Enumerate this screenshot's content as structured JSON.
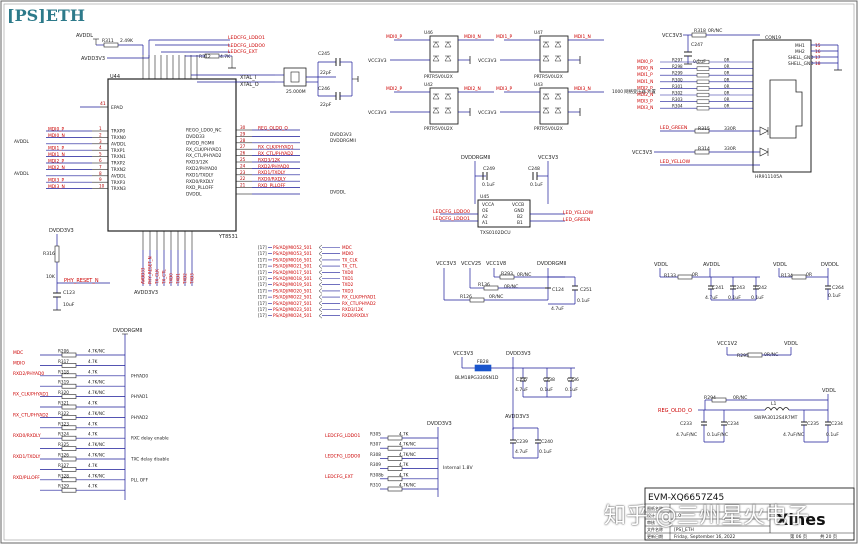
{
  "page_title": "[PS]ETH",
  "watermark": "知乎 @三州星火电子",
  "colors": {
    "net_red": "#cc0000",
    "wire_blue": "#1a1a99",
    "pin_red": "#b30000",
    "title_teal": "#2d7a8a"
  },
  "u44": {
    "ref": "U44",
    "part": "YT8531",
    "epad_pin": "41",
    "epad_label": "EPAD",
    "left_pins": [
      {
        "n": "1",
        "name": "TRXP0",
        "net": "MDI0_P"
      },
      {
        "n": "2",
        "name": "TRXN0",
        "net": "MDI0_N"
      },
      {
        "n": "3",
        "name": "AVDDL",
        "net": "AVDDL"
      },
      {
        "n": "4",
        "name": "TRXP1",
        "net": "MDI1_P"
      },
      {
        "n": "5",
        "name": "TRXN1",
        "net": "MDI1_N"
      },
      {
        "n": "6",
        "name": "TRXP2",
        "net": "MDI2_P"
      },
      {
        "n": "7",
        "name": "TRXN2",
        "net": "MDI2_N"
      },
      {
        "n": "8",
        "name": "AVDDL",
        "net": "AVDDL"
      },
      {
        "n": "9",
        "name": "TRXP3",
        "net": "MDI3_P"
      },
      {
        "n": "10",
        "name": "TRXN3",
        "net": "MDI3_N"
      }
    ],
    "right_pins": [
      {
        "n": "30",
        "name": "REGO_LDO0_NC",
        "net": "REG_OLDO_O"
      },
      {
        "n": "29",
        "name": "DVDD33",
        "net": "DVDD3V3"
      },
      {
        "n": "28",
        "name": "DVDD_RGMII",
        "net": "DVDDRGMII"
      },
      {
        "n": "27",
        "name": "RX_CLK/PHYAD1",
        "net": "RX_CLK/PHYAD1"
      },
      {
        "n": "26",
        "name": "RX_CTL/PHYAD2",
        "net": "RX_CTL/PHYAD2"
      },
      {
        "n": "25",
        "name": "RXD3/12K",
        "net": "RXD3/12K"
      },
      {
        "n": "24",
        "name": "RXD2/PHYAD0",
        "net": "RXD2/PHYAD0"
      },
      {
        "n": "23",
        "name": "RXD1/TXDLY",
        "net": "RXD1/TXDLY"
      },
      {
        "n": "22",
        "name": "RXD0/RXDLY",
        "net": "RXD0/RXDLY"
      },
      {
        "n": "21",
        "name": "RXD_PLLOFF",
        "net": "RXD_PLLOFF"
      },
      {
        "n": "",
        "name": "DVDDL",
        "net": "DVDDL"
      }
    ]
  },
  "top_nets": {
    "avddl": "AVDDL",
    "avdd3v3": "AVDD3V3",
    "r311": "R311",
    "r311_val": "2.49K",
    "r312": "R312",
    "r312_val": "4.7K",
    "ledcfg_lddo1": "LEDCFG_LDDO1",
    "ledcfg_lddo0": "LEDCFG_LDDO0",
    "ledcfg_ext": "LEDCFG_EXT",
    "xtal_i": "XTAL_I",
    "xtal_o": "XTAL_O",
    "c245": "C245",
    "c246": "C246",
    "cap_22pf": "22pF",
    "y_freq": "25.000M"
  },
  "reset": {
    "supply": "DVDD3V3",
    "resistor": "R316",
    "res_val": "10K",
    "net": "PHY_RESET_N",
    "cap": "C123",
    "cap_val": "10uF"
  },
  "net_table": {
    "left_tags": [
      "[17]",
      "[17]",
      "[17]",
      "[17]",
      "[17]",
      "[17]",
      "[17]",
      "[17]",
      "[17]",
      "[17]",
      "[17]",
      "[17]"
    ],
    "mid": [
      "PS/ADJ/MIO52_501",
      "PS/ADJ/MIO53_501",
      "PS/ADJ/MIO16_501",
      "PS/ADJ/MIO21_501",
      "PS/ADJ/MIO17_501",
      "PS/ADJ/MIO18_501",
      "PS/ADJ/MIO19_501",
      "PS/ADJ/MIO20_501",
      "PS/ADJ/MIO22_501",
      "PS/ADJ/MIO27_501",
      "PS/ADJ/MIO23_501",
      "PS/ADJ/MIO24_501"
    ],
    "right": [
      "MDC",
      "MDIO",
      "TX_CLK",
      "TX_CTL",
      "TXD0",
      "TXD1",
      "TXD2",
      "TXD3",
      "RX_CLK/PHYAD1",
      "RX_CTL/PHYAD2",
      "RXD3/12K",
      "RXD0/RXDLY"
    ]
  },
  "bottom_u44_pins": [
    "AVDD33",
    "PHY_RESET_N",
    "TX_CLK",
    "TX_CTL",
    "TXD0",
    "TXD1",
    "TXD2",
    "TXD3"
  ],
  "bottom_supply": "AVDD3V3",
  "strap": {
    "supply": "DVDDRGMII",
    "rows": [
      {
        "ref": "R206",
        "val": "4.7K/NC",
        "net": "MDC",
        "note": ""
      },
      {
        "ref": "R317",
        "val": "4.7K",
        "net": "MDIO",
        "note": ""
      },
      {
        "ref": "R318",
        "val": "4.7K",
        "net": "RXD2/PHYAD0",
        "note": "PHYAD0"
      },
      {
        "ref": "R319",
        "val": "4.7K/NC",
        "net": "",
        "note": ""
      },
      {
        "ref": "R320",
        "val": "4.7K/NC",
        "net": "RX_CLK/PHYAD1",
        "note": "PHYAD1"
      },
      {
        "ref": "R321",
        "val": "4.7K",
        "net": "",
        "note": ""
      },
      {
        "ref": "R322",
        "val": "4.7K/NC",
        "net": "RX_CTL/PHYAD2",
        "note": "PHYAD2"
      },
      {
        "ref": "R323",
        "val": "4.7K",
        "net": "",
        "note": ""
      },
      {
        "ref": "R324",
        "val": "4.7K",
        "net": "RXD0/RXDLY",
        "note": "RXC delay enable"
      },
      {
        "ref": "R325",
        "val": "4.7K/NC",
        "net": "",
        "note": ""
      },
      {
        "ref": "R326",
        "val": "4.7K/NC",
        "net": "RXD1/TXDLY",
        "note": "TXC delay disable"
      },
      {
        "ref": "R327",
        "val": "4.7K",
        "net": "",
        "note": ""
      },
      {
        "ref": "R328",
        "val": "4.7K/NC",
        "net": "RXD/PLLOFF",
        "note": "PLL OFF"
      },
      {
        "ref": "R329",
        "val": "4.7K",
        "net": "",
        "note": ""
      }
    ]
  },
  "ledcfg": {
    "supply": "DVDD3V3",
    "note": "Internal 1.8V",
    "rows": [
      {
        "ref": "R305",
        "val": "4.7K",
        "net": "LEDCFG_LDDO1"
      },
      {
        "ref": "R307",
        "val": "4.7K/NC",
        "net": ""
      },
      {
        "ref": "R308",
        "val": "4.7K/NC",
        "net": "LEDCFG_LDDO0"
      },
      {
        "ref": "R309",
        "val": "4.7K",
        "net": ""
      },
      {
        "ref": "R308b",
        "val": "4.7K",
        "net": "LEDCFG_EXT"
      },
      {
        "ref": "R310",
        "val": "4.7K/NC",
        "net": ""
      }
    ]
  },
  "esd": [
    {
      "ref": "U46",
      "part": "PRTR5V0U2X",
      "net_p": "MDI0_P",
      "net_n": "MDI0_N",
      "vcc": "VCC3V3"
    },
    {
      "ref": "U47",
      "part": "PRTR5V0U2X",
      "net_p": "MDI1_P",
      "net_n": "MDI1_N",
      "vcc": "VCC3V3"
    },
    {
      "ref": "U42",
      "part": "PRTR5V0U2X",
      "net_p": "MDI2_P",
      "net_n": "MDI2_N",
      "vcc": "VCC3V3"
    },
    {
      "ref": "U43",
      "part": "PRTR5V0U2X",
      "net_p": "MDI3_P",
      "net_n": "MDI3_N",
      "vcc": "VCC3V3"
    }
  ],
  "level_shift": {
    "ref": "U45",
    "part": "TXS0102DCU",
    "supply_a": "DVDDRGMII",
    "supply_b": "VCC3V3",
    "c_a": "C249",
    "c_a_val": "0.1uF",
    "c_b": "C248",
    "c_b_val": "0.1uF",
    "pins_l": [
      "VCCA",
      "OE",
      "A2",
      "A1"
    ],
    "pins_r": [
      "VCCB",
      "GND",
      "B2",
      "B1"
    ],
    "net_l1": "LEDCFG_LDDO0",
    "net_l2": "LEDCFG_LDDO1",
    "net_r1": "LED_YELLOW",
    "net_r2": "LED_GREEN"
  },
  "rj45": {
    "ref": "CON19",
    "part": "HR911105A",
    "r318": "R318",
    "r318_val": "0R/NC",
    "c247": "C247",
    "c247_val": "0.1uF",
    "supply": "VCC3V3",
    "mh": [
      "MH1",
      "MH2",
      "SHELL_GND",
      "SHELL_GND"
    ],
    "mh_pins": [
      "15",
      "16",
      "17",
      "18"
    ],
    "rows": [
      {
        "net": "MDI0_P",
        "ref": "R297",
        "val": "0R"
      },
      {
        "net": "MDI0_N",
        "ref": "R298",
        "val": "0R"
      },
      {
        "net": "MDI1_P",
        "ref": "R299",
        "val": "0R"
      },
      {
        "net": "MDI1_N",
        "ref": "R300",
        "val": "0R"
      },
      {
        "net": "MDI2_P",
        "ref": "R301",
        "val": "0R"
      },
      {
        "net": "MDI2_N",
        "ref": "R302",
        "val": "0R"
      },
      {
        "net": "MDI3_P",
        "ref": "R303",
        "val": "0R"
      },
      {
        "net": "MDI3_N",
        "ref": "R304",
        "val": "0R"
      }
    ],
    "led_green": "LED_GREEN",
    "r315": "R315",
    "r315_val": "330R",
    "led_yellow": "LED_YELLOW",
    "r314": "R314",
    "r314_val": "330R",
    "note": "1000 网络变压器 外置"
  },
  "power": {
    "dvddrgmii": "DVDDRGMII",
    "vcc3v3": "VCC3V3",
    "vccv25": "VCCV25",
    "vcc1v8": "VCC1V8",
    "r293": "R293",
    "r293_val": "0R/NC",
    "r136": "R136",
    "r136_val": "0R/NC",
    "r126": "R126",
    "r126_val": "0R/NC",
    "c124": "C124",
    "c124_val": "4.7uF",
    "c251": "C251",
    "c251_val": "0.1uF",
    "vddl_a": "VDDL",
    "avddl": "AVDDL",
    "r133": "R133",
    "r133_val": "0R",
    "c241": "C241",
    "c243": "C243",
    "c242": "C242",
    "c241_val": "4.7uF",
    "c243_val": "0.1uF",
    "c242_val": "0.1uF",
    "vddl_b": "VDDL",
    "dvddl": "DVDDL",
    "r134": "R134",
    "r134_val": "0R",
    "c264": "C264",
    "c264_val": "0.1uF",
    "vcc1v2": "VCC1V2",
    "vddl_c": "VDDL",
    "r295": "R295",
    "r295_val": "0R/NC",
    "fb": "FB28",
    "fb_part": "BLM18PG330SN1D",
    "dvdd3v3": "DVDD3V3",
    "c237": "C237",
    "c238": "C238",
    "c236": "C236",
    "c237_val": "4.7uF",
    "c238_val": "0.1uF",
    "c236_val": "0.1uF",
    "avdd3v3": "AVDD3V3",
    "c239": "C239",
    "c240": "C240",
    "c239_val": "4.7uF",
    "c240_val": "0.1uF",
    "reg": "REG_OLDO_O",
    "vddl_d": "VDDL",
    "r294": "R294",
    "r294_val": "0R/NC",
    "l1": "L1",
    "l1_part": "SWPA3012S4R7MT",
    "c233": "C233",
    "c234": "C234",
    "c235": "C235",
    "c234b": "C234",
    "c233_val": "4.7uF/NC",
    "c234_val": "0.1uF/NC",
    "c235_val": "4.7uF/NC",
    "c236b_val": "0.1uF"
  },
  "titleblock": {
    "project": "EVM-XQ6657Z45",
    "company": "Xines",
    "sheet_name": "[PS]_ETH",
    "version": "1.0",
    "date": "Friday, September 16, 2022",
    "sheet": "第 06 页",
    "total": "共 20 页",
    "labels": [
      "图纸名称",
      "设计",
      "审核",
      "文件名称",
      "更新日期"
    ]
  }
}
